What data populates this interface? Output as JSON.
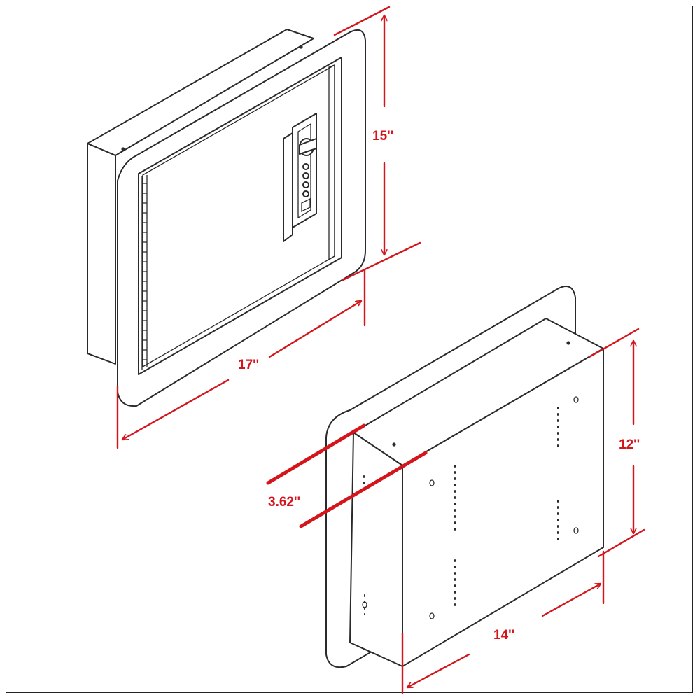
{
  "dimensions": {
    "height_top": "15''",
    "width_top": "17''",
    "height_bottom": "12''",
    "depth_bottom": "3.62''",
    "width_bottom": "14''"
  },
  "colors": {
    "dimension_red": "#d4161c",
    "line_ink": "#2a2a2a",
    "background": "#ffffff"
  },
  "icons": {
    "keypad_lock": "keypad-lock-icon"
  }
}
